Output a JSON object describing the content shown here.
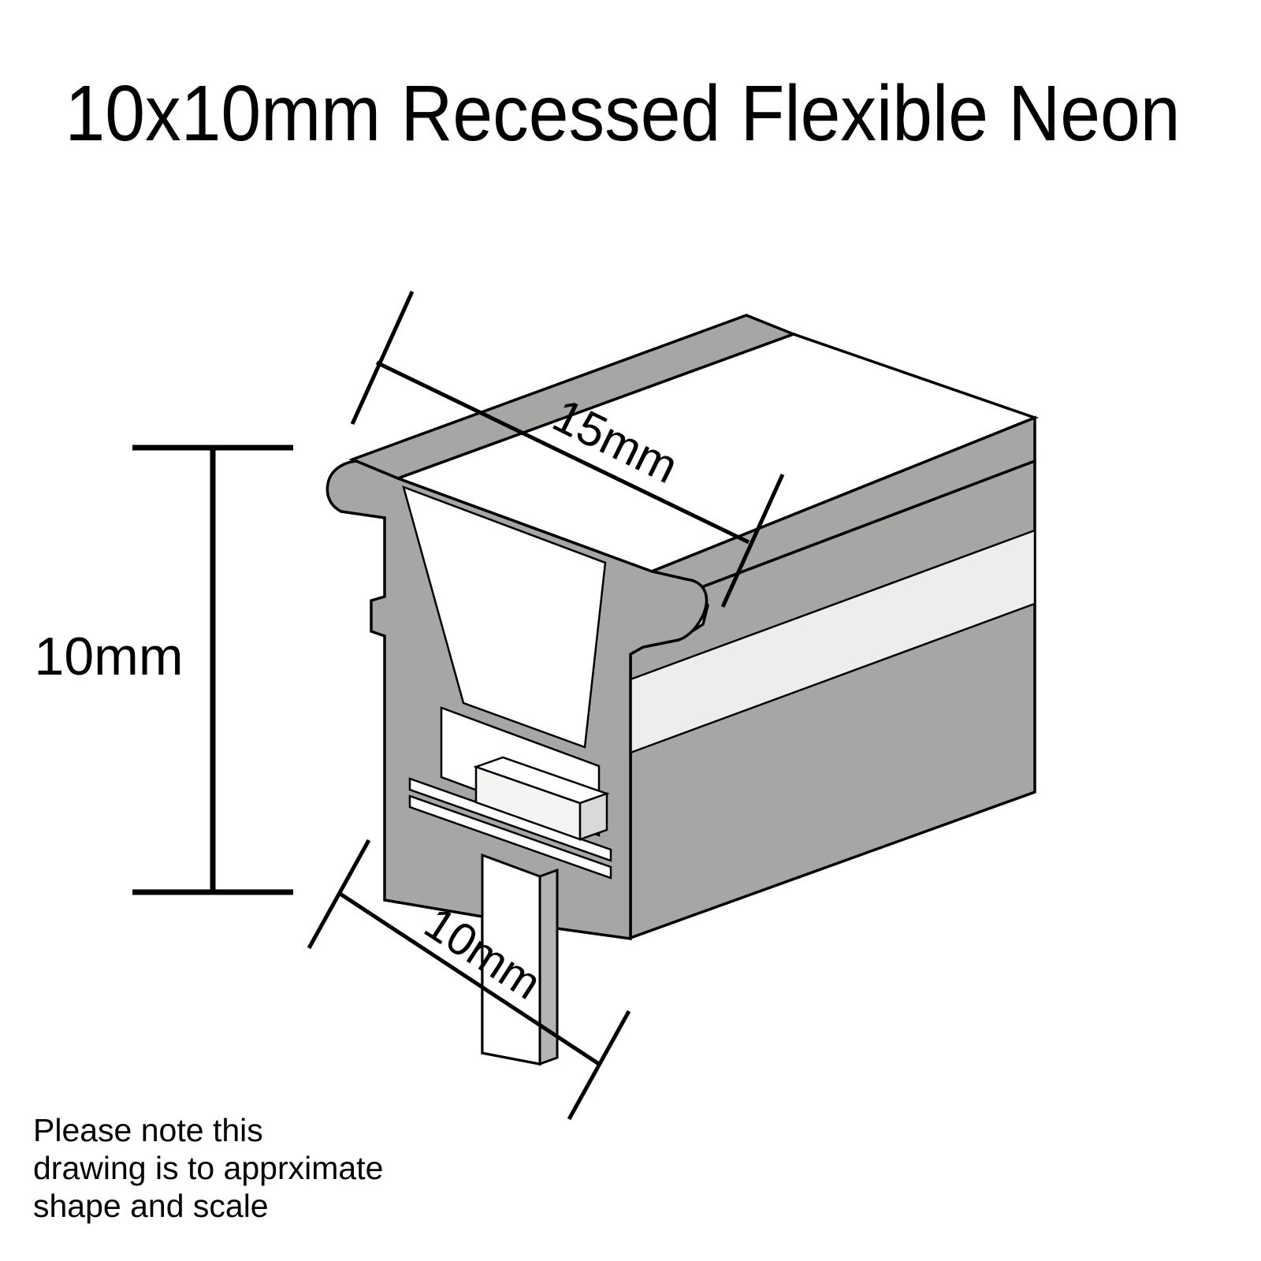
{
  "title": "10x10mm Recessed Flexible Neon",
  "dimensions": {
    "height_label": "10mm",
    "top_width_label": "15mm",
    "bottom_width_label": "10mm"
  },
  "note": {
    "line1": "Please note this",
    "line2": "drawing is to apprximate",
    "line3": "shape and scale"
  },
  "colors": {
    "background": "#ffffff",
    "outline": "#000000",
    "body_gray": "#a5a7a4",
    "shadow_gray": "#b3b5b2",
    "stripe_light": "#eceded",
    "face_white": "#ffffff",
    "led_face": "#f4f4f2",
    "led_side": "#d9dad8"
  }
}
